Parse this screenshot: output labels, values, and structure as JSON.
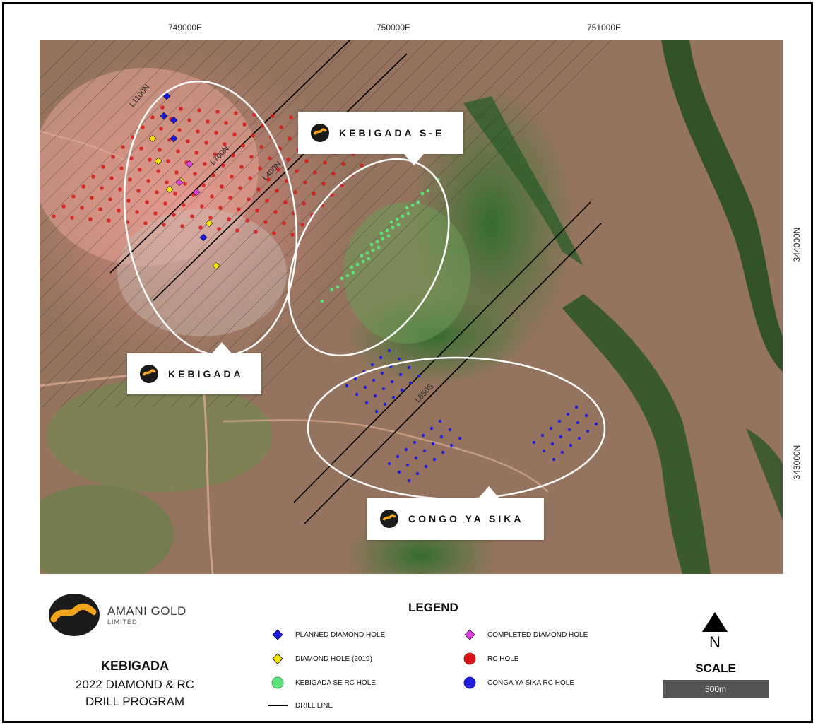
{
  "map": {
    "easting_labels": [
      "749000E",
      "750000E",
      "751000E"
    ],
    "northing_labels": [
      "344000N",
      "343000N"
    ],
    "line_labels": [
      "L1100N",
      "L700N",
      "L400N",
      "L650S"
    ],
    "prospects": [
      {
        "id": "kebigada-se",
        "label": "KEBIGADA S-E"
      },
      {
        "id": "kebigada",
        "label": "KEBIGADA"
      },
      {
        "id": "congo-ya-sika",
        "label": "CONGO YA SIKA"
      }
    ],
    "colors": {
      "planned_diamond": "#1a1adc",
      "diamond_2019": "#f5e600",
      "kebigada_se_rc": "#5be37a",
      "completed_diamond": "#e040e0",
      "rc_hole": "#d81818",
      "congo_ya_sika_rc": "#1f1fe0",
      "drill_line": "#000000",
      "ellipse": "#ffffff"
    }
  },
  "company": {
    "name": "AMANI GOLD",
    "suffix": "LIMITED"
  },
  "program": {
    "title": "KEBIGADA",
    "line1": "2022 DIAMOND & RC",
    "line2": "DRILL PROGRAM"
  },
  "legend": {
    "title": "LEGEND",
    "items": [
      {
        "key": "planned-diamond",
        "label": "PLANNED  DIAMOND HOLE",
        "symbol": "diamond",
        "color": "#1a1adc"
      },
      {
        "key": "diamond-2019",
        "label": "DIAMOND HOLE (2019)",
        "symbol": "diamond",
        "color": "#f5e600"
      },
      {
        "key": "kebigada-se-rc",
        "label": "KEBIGADA SE RC HOLE",
        "symbol": "circle",
        "color": "#5be37a"
      },
      {
        "key": "drill-line",
        "label": "DRILL LINE",
        "symbol": "line",
        "color": "#000000"
      },
      {
        "key": "completed-diamond",
        "label": "COMPLETED DIAMOND HOLE",
        "symbol": "diamond",
        "color": "#e040e0"
      },
      {
        "key": "rc-hole",
        "label": "RC HOLE",
        "symbol": "circle",
        "color": "#d81818"
      },
      {
        "key": "congo-rc",
        "label": "CONGA YA SIKA RC HOLE",
        "symbol": "circle",
        "color": "#1f1fe0"
      }
    ]
  },
  "north": {
    "label": "N"
  },
  "scale": {
    "title": "SCALE",
    "bar_label": "500m"
  }
}
